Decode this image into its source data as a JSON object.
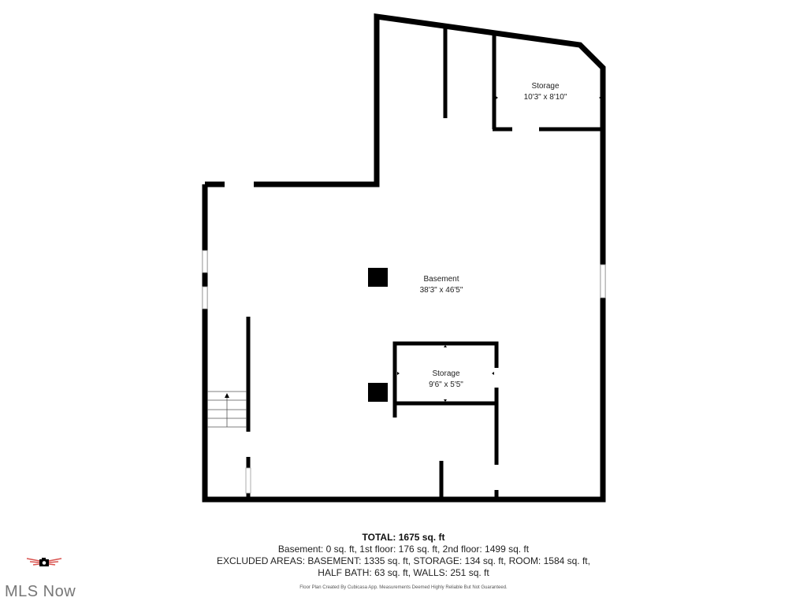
{
  "floor_plan": {
    "rooms": [
      {
        "name": "Basement",
        "dimensions": "38'3\" x 46'5\""
      },
      {
        "name": "Storage",
        "dimensions": "10'3\" x 8'10\""
      },
      {
        "name": "Storage",
        "dimensions": "9'6\" x 5'5\""
      }
    ],
    "stairs_direction": "up"
  },
  "summary": {
    "total": "TOTAL: 1675 sq. ft",
    "floors_line": "Basement: 0 sq. ft, 1st floor: 176 sq. ft, 2nd floor: 1499 sq. ft",
    "excluded_line": "EXCLUDED AREAS: BASEMENT: 1335 sq. ft, STORAGE: 134 sq. ft, ROOM: 1584 sq. ft,",
    "excluded_line_2": "HALF BATH: 63 sq. ft, WALLS: 251 sq. ft",
    "disclaimer": "Floor Plan Created By Cubicasa App. Measurements Deemed Highly Reliable But Not Guaranteed."
  },
  "branding": {
    "logo_text": "MLS Now",
    "logo_icon": "camera-with-wings-icon",
    "wing_color": "#d9534f"
  },
  "colors": {
    "wall": "#000000",
    "background": "#ffffff"
  }
}
